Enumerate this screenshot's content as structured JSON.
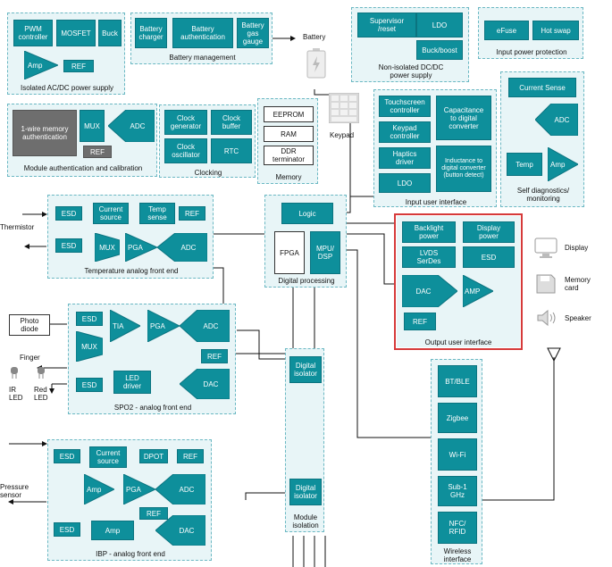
{
  "isolated_acdc": {
    "title": "Isolated AC/DC power supply",
    "pwm": "PWM\ncontroller",
    "mosfet": "MOSFET",
    "buck": "Buck",
    "amp": "Amp",
    "ref": "REF"
  },
  "battery_mgmt": {
    "title": "Battery management",
    "charger": "Battery\ncharger",
    "auth": "Battery\nauthentication",
    "gauge": "Battery\ngas\ngauge"
  },
  "battery_label": "Battery",
  "nonisolated": {
    "title": "Non-isolated DC/DC\npower supply",
    "supervisor": "Supervisor\n/reset",
    "ldo": "LDO",
    "buckboost": "Buck/boost"
  },
  "input_protection": {
    "title": "Input power protection",
    "efuse": "eFuse",
    "hotswap": "Hot swap"
  },
  "module_auth": {
    "title": "Module authentication and calibration",
    "onewire": "1-wire memory\nauthentication",
    "mux": "MUX",
    "ref": "REF",
    "adc": "ADC"
  },
  "clocking": {
    "title": "Clocking",
    "gen": "Clock\ngenerator",
    "buffer": "Clock\nbuffer",
    "osc": "Clock\noscillator",
    "rtc": "RTC"
  },
  "memory": {
    "title": "Memory",
    "eeprom": "EEPROM",
    "ram": "RAM",
    "ddr": "DDR\nterminator"
  },
  "keypad_label": "Keypad",
  "input_ui": {
    "title": "Input user interface",
    "touch": "Touchscreen\ncontroller",
    "cap": "Capacitance\nto digital\nconverter",
    "keypad": "Keypad\ncontroller",
    "haptics": "Haptics\ndriver",
    "induct": "Inductance to\ndigital converter\n(button detect)",
    "ldo": "LDO"
  },
  "self_diag": {
    "title": "Self diagnostics/\nmonitoring",
    "current": "Current Sense",
    "adc": "ADC",
    "temp": "Temp",
    "amp": "Amp"
  },
  "temp_afe": {
    "title": "Temperature analog front end",
    "esd1": "ESD",
    "current_src": "Current\nsource",
    "temp_sense": "Temp\nsense",
    "ref": "REF",
    "esd2": "ESD",
    "mux": "MUX",
    "pga": "PGA",
    "adc": "ADC"
  },
  "thermistor_label": "Thermistor",
  "digital_proc": {
    "title": "Digital processing",
    "logic": "Logic",
    "fpga": "FPGA",
    "mpu": "MPU/\nDSP"
  },
  "output_ui": {
    "title": "Output user interface",
    "backlight": "Backlight\npower",
    "display_power": "Display\npower",
    "lvds": "LVDS\nSerDes",
    "esd": "ESD",
    "dac": "DAC",
    "amp": "AMP",
    "ref": "REF"
  },
  "peripherals": {
    "display": "Display",
    "memory_card": "Memory\ncard",
    "speaker": "Speaker"
  },
  "spo2_afe": {
    "title": "SPO2 - analog front end",
    "esd1": "ESD",
    "mux": "MUX",
    "tia": "TIA",
    "pga": "PGA",
    "adc": "ADC",
    "ref": "REF",
    "esd2": "ESD",
    "led_driver": "LED\ndriver",
    "dac": "DAC"
  },
  "photodiode_label": "Photo\ndiode",
  "finger_label": "Finger",
  "ir_led_label": "IR\nLED",
  "red_led_label": "Red\nLED",
  "isolation": {
    "title": "Module\nisolation",
    "iso1": "Digital\nisolator",
    "iso2": "Digital\nisolator"
  },
  "wireless": {
    "title": "Wireless\ninterface",
    "bt": "BT/BLE",
    "zigbee": "Zigbee",
    "wifi": "Wi-Fi",
    "sub1": "Sub-1\nGHz",
    "nfc": "NFC/\nRFID"
  },
  "ibp_afe": {
    "title": "IBP - analog front end",
    "esd1": "ESD",
    "current_src": "Current\nsource",
    "dpot": "DPOT",
    "ref1": "REF",
    "amp1": "Amp",
    "pga": "PGA",
    "adc": "ADC",
    "ref2": "REF",
    "esd2": "ESD",
    "amp2": "Amp",
    "dac": "DAC"
  },
  "pressure_label": "Pressure\nsensor",
  "colors": {
    "block": "#0e8f9b",
    "panel": "#e8f5f7",
    "highlight": "#d63a3a"
  }
}
